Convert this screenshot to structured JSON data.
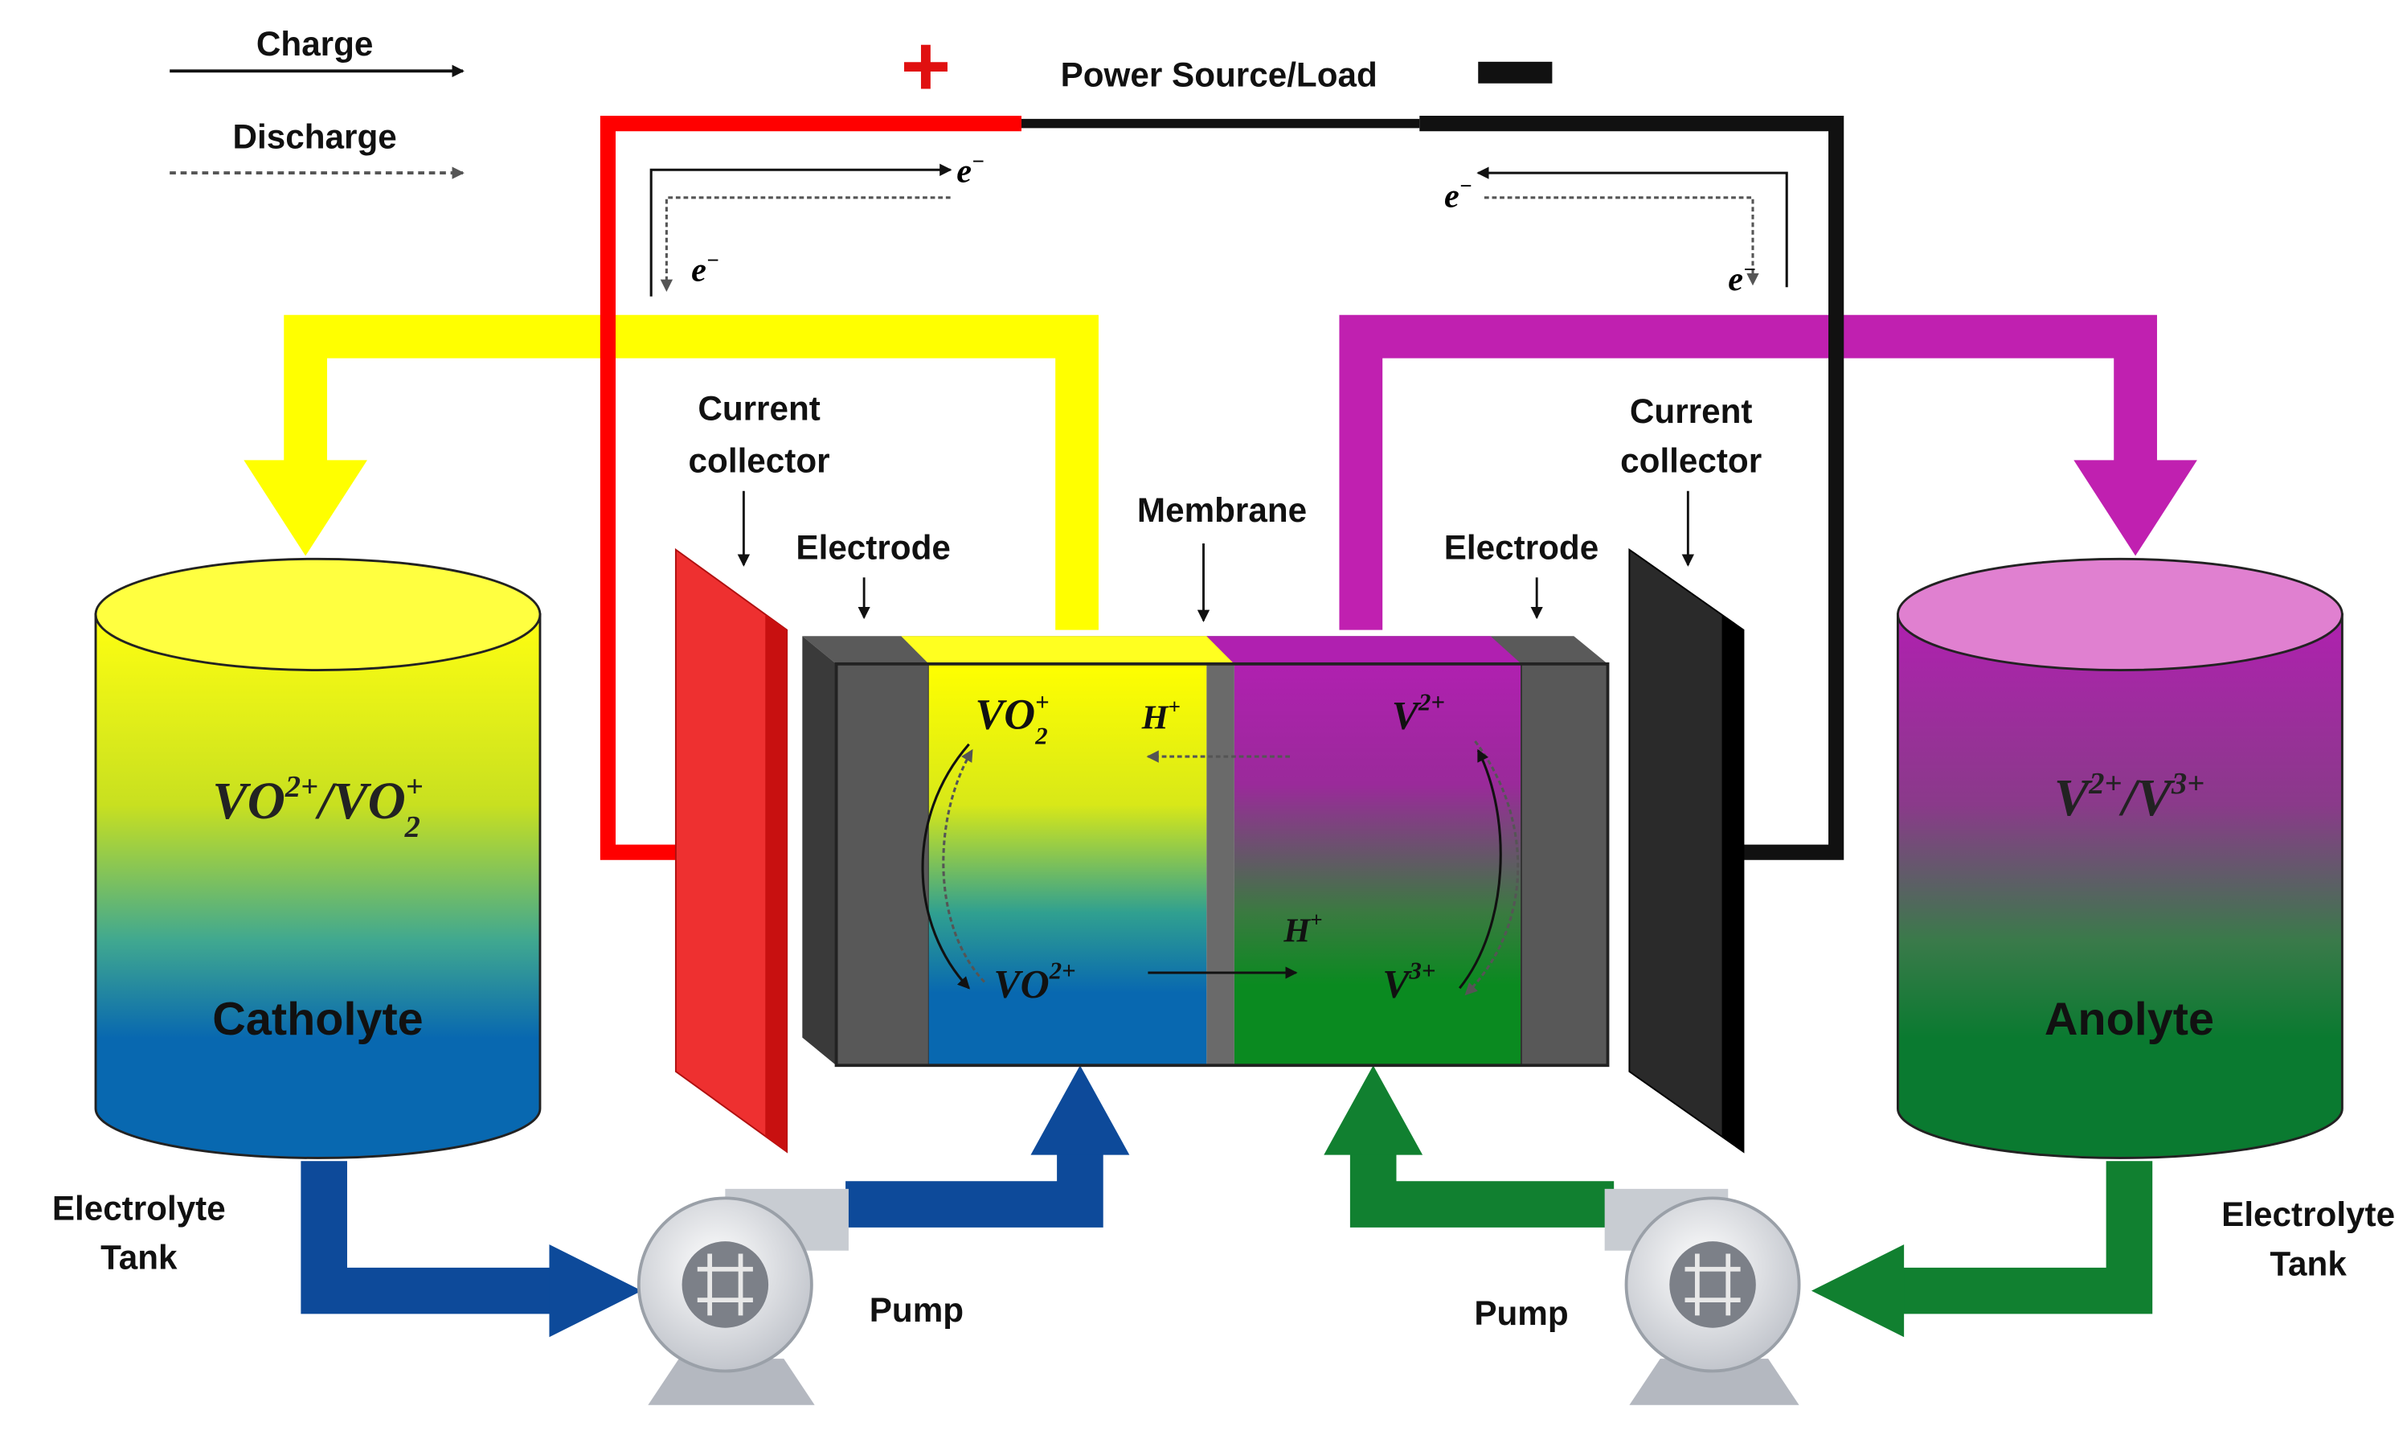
{
  "legend": {
    "charge": "Charge",
    "discharge": "Discharge"
  },
  "power": {
    "plus": "+",
    "minus": "−",
    "label": "Power Source/Load"
  },
  "electron": {
    "symbol": "e",
    "sup": "−"
  },
  "labels": {
    "current_collector_left": [
      "Current",
      "collector"
    ],
    "current_collector_right": [
      "Current",
      "collector"
    ],
    "electrode_left": "Electrode",
    "electrode_right": "Electrode",
    "membrane": "Membrane",
    "pump_left": "Pump",
    "pump_right": "Pump",
    "tank_left": [
      "Electrolyte",
      "Tank"
    ],
    "tank_right": [
      "Electrolyte",
      "Tank"
    ]
  },
  "tanks": {
    "catholyte": {
      "name": "Catholyte",
      "formula": "VO2+/VO2+"
    },
    "anolyte": {
      "name": "Anolyte",
      "formula": "V2+/V3+"
    }
  },
  "cell": {
    "vo2_plus": "VO2+",
    "vo_2plus": "VO2+",
    "h_plus": "H+",
    "v2": "V2+",
    "v3": "V3+"
  },
  "colors": {
    "positive_wire": "#ff0000",
    "negative_wire": "#111111",
    "catholyte_pipe": "#ffff00",
    "anolyte_pipe": "#c020b0",
    "blue_pipe": "#0d4a9a",
    "green_pipe": "#118030"
  }
}
